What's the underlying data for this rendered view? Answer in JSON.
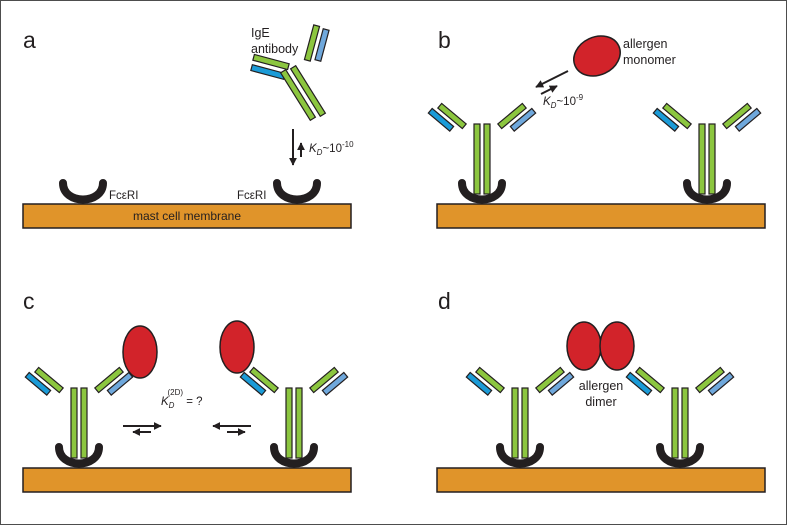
{
  "panels": {
    "a": {
      "letter": "a",
      "ige_line1": "IgE",
      "ige_line2": "antibody",
      "kd_symbol": "K",
      "kd_sub": "D",
      "kd_rel": "~10",
      "kd_exp": "-10",
      "receptor_left": "FcεRI",
      "receptor_right": "FcεRI",
      "membrane": "mast cell membrane"
    },
    "b": {
      "letter": "b",
      "allergen_line1": "allergen",
      "allergen_line2": "monomer",
      "kd_symbol": "K",
      "kd_sub": "D",
      "kd_rel": "~10",
      "kd_exp": "-9"
    },
    "c": {
      "letter": "c",
      "kd_symbol": "K",
      "kd_sub": "D",
      "kd_sup": "(2D)",
      "kd_rel": " = ?"
    },
    "d": {
      "letter": "d",
      "allergen_line1": "allergen",
      "allergen_line2": "dimer"
    }
  },
  "colors": {
    "membrane": "#e0942a",
    "heavy_chain": "#8cc63f",
    "light_chain_blue": "#1b9bd7",
    "light_chain_lightblue": "#6fa8dc",
    "allergen": "#d2232a",
    "receptor": "#231f20",
    "outline": "#231f20"
  }
}
